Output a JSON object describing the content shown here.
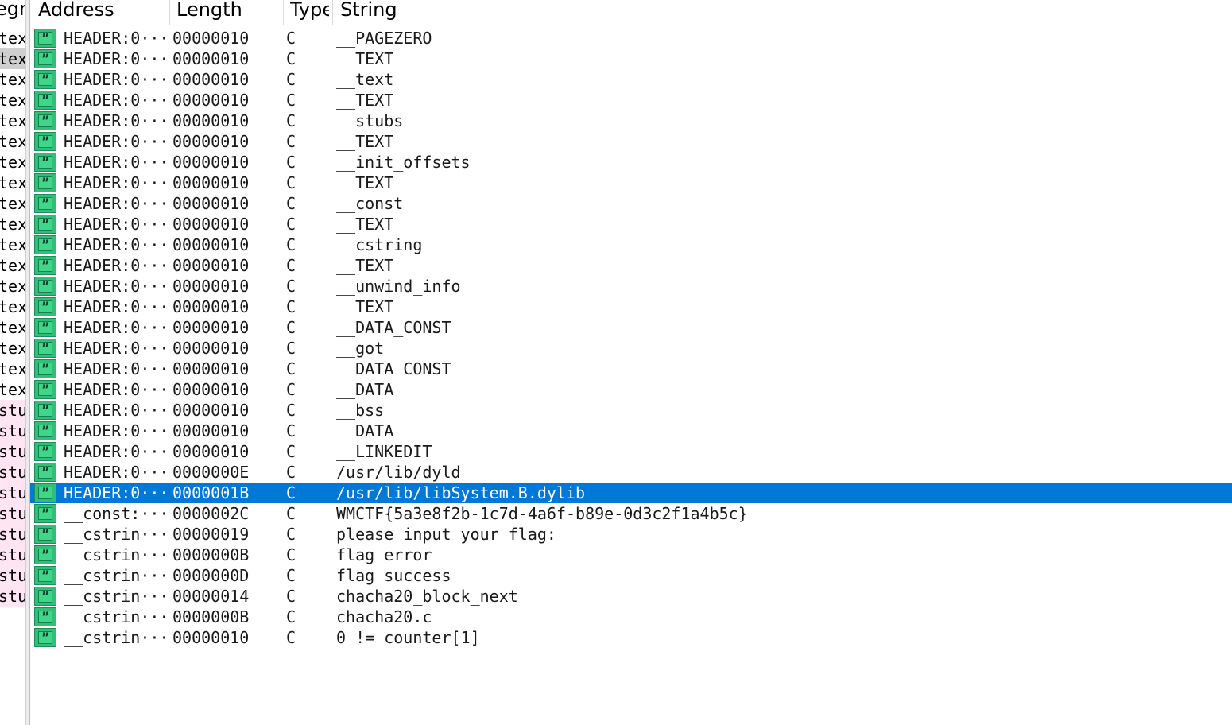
{
  "left_pane": {
    "header": "egr",
    "rows": [
      {
        "text": "tex",
        "style": "normal"
      },
      {
        "text": "tex",
        "style": "selected"
      },
      {
        "text": "tex",
        "style": "normal"
      },
      {
        "text": "tex",
        "style": "normal"
      },
      {
        "text": "tex",
        "style": "normal"
      },
      {
        "text": "tex",
        "style": "normal"
      },
      {
        "text": "tex",
        "style": "normal"
      },
      {
        "text": "tex",
        "style": "normal"
      },
      {
        "text": "tex",
        "style": "normal"
      },
      {
        "text": "tex",
        "style": "normal"
      },
      {
        "text": "tex",
        "style": "normal"
      },
      {
        "text": "tex",
        "style": "normal"
      },
      {
        "text": "tex",
        "style": "normal"
      },
      {
        "text": "tex",
        "style": "normal"
      },
      {
        "text": "tex",
        "style": "normal"
      },
      {
        "text": "tex",
        "style": "normal"
      },
      {
        "text": "tex",
        "style": "normal"
      },
      {
        "text": "tex",
        "style": "normal"
      },
      {
        "text": "stu",
        "style": "pink"
      },
      {
        "text": "stu",
        "style": "pink"
      },
      {
        "text": "stu",
        "style": "pink"
      },
      {
        "text": "stu",
        "style": "pink"
      },
      {
        "text": "stu",
        "style": "pink"
      },
      {
        "text": "stu",
        "style": "pink"
      },
      {
        "text": "stu",
        "style": "pink"
      },
      {
        "text": "stu",
        "style": "pink"
      },
      {
        "text": "stu",
        "style": "pink"
      },
      {
        "text": "stu",
        "style": "pink"
      }
    ]
  },
  "table": {
    "columns": [
      "Address",
      "Length",
      "Type",
      "String"
    ],
    "selected_index": 22,
    "rows": [
      {
        "address": "HEADER:0···",
        "length": "00000010",
        "type": "C",
        "string": "__PAGEZERO"
      },
      {
        "address": "HEADER:0···",
        "length": "00000010",
        "type": "C",
        "string": "__TEXT"
      },
      {
        "address": "HEADER:0···",
        "length": "00000010",
        "type": "C",
        "string": "__text"
      },
      {
        "address": "HEADER:0···",
        "length": "00000010",
        "type": "C",
        "string": "__TEXT"
      },
      {
        "address": "HEADER:0···",
        "length": "00000010",
        "type": "C",
        "string": "__stubs"
      },
      {
        "address": "HEADER:0···",
        "length": "00000010",
        "type": "C",
        "string": "__TEXT"
      },
      {
        "address": "HEADER:0···",
        "length": "00000010",
        "type": "C",
        "string": "__init_offsets"
      },
      {
        "address": "HEADER:0···",
        "length": "00000010",
        "type": "C",
        "string": "__TEXT"
      },
      {
        "address": "HEADER:0···",
        "length": "00000010",
        "type": "C",
        "string": "__const"
      },
      {
        "address": "HEADER:0···",
        "length": "00000010",
        "type": "C",
        "string": "__TEXT"
      },
      {
        "address": "HEADER:0···",
        "length": "00000010",
        "type": "C",
        "string": "__cstring"
      },
      {
        "address": "HEADER:0···",
        "length": "00000010",
        "type": "C",
        "string": "__TEXT"
      },
      {
        "address": "HEADER:0···",
        "length": "00000010",
        "type": "C",
        "string": "__unwind_info"
      },
      {
        "address": "HEADER:0···",
        "length": "00000010",
        "type": "C",
        "string": "__TEXT"
      },
      {
        "address": "HEADER:0···",
        "length": "00000010",
        "type": "C",
        "string": "__DATA_CONST"
      },
      {
        "address": "HEADER:0···",
        "length": "00000010",
        "type": "C",
        "string": "__got"
      },
      {
        "address": "HEADER:0···",
        "length": "00000010",
        "type": "C",
        "string": "__DATA_CONST"
      },
      {
        "address": "HEADER:0···",
        "length": "00000010",
        "type": "C",
        "string": "__DATA"
      },
      {
        "address": "HEADER:0···",
        "length": "00000010",
        "type": "C",
        "string": "__bss"
      },
      {
        "address": "HEADER:0···",
        "length": "00000010",
        "type": "C",
        "string": "__DATA"
      },
      {
        "address": "HEADER:0···",
        "length": "00000010",
        "type": "C",
        "string": "__LINKEDIT"
      },
      {
        "address": "HEADER:0···",
        "length": "0000000E",
        "type": "C",
        "string": "/usr/lib/dyld"
      },
      {
        "address": "HEADER:0···",
        "length": "0000001B",
        "type": "C",
        "string": "/usr/lib/libSystem.B.dylib"
      },
      {
        "address": "__const:···",
        "length": "0000002C",
        "type": "C",
        "string": "WMCTF{5a3e8f2b-1c7d-4a6f-b89e-0d3c2f1a4b5c}"
      },
      {
        "address": "__cstrin···",
        "length": "00000019",
        "type": "C",
        "string": "please input your flag:"
      },
      {
        "address": "__cstrin···",
        "length": "0000000B",
        "type": "C",
        "string": "flag error"
      },
      {
        "address": "__cstrin···",
        "length": "0000000D",
        "type": "C",
        "string": "flag success"
      },
      {
        "address": "__cstrin···",
        "length": "00000014",
        "type": "C",
        "string": "chacha20_block_next"
      },
      {
        "address": "__cstrin···",
        "length": "0000000B",
        "type": "C",
        "string": "chacha20.c"
      },
      {
        "address": "__cstrin···",
        "length": "00000010",
        "type": "C",
        "string": "0 != counter[1]"
      }
    ]
  },
  "icon_name": "string-quote-icon",
  "colors": {
    "selection": "#0078d7",
    "icon_green": "#2fbf77",
    "left_pink": "#ffe4f4"
  }
}
